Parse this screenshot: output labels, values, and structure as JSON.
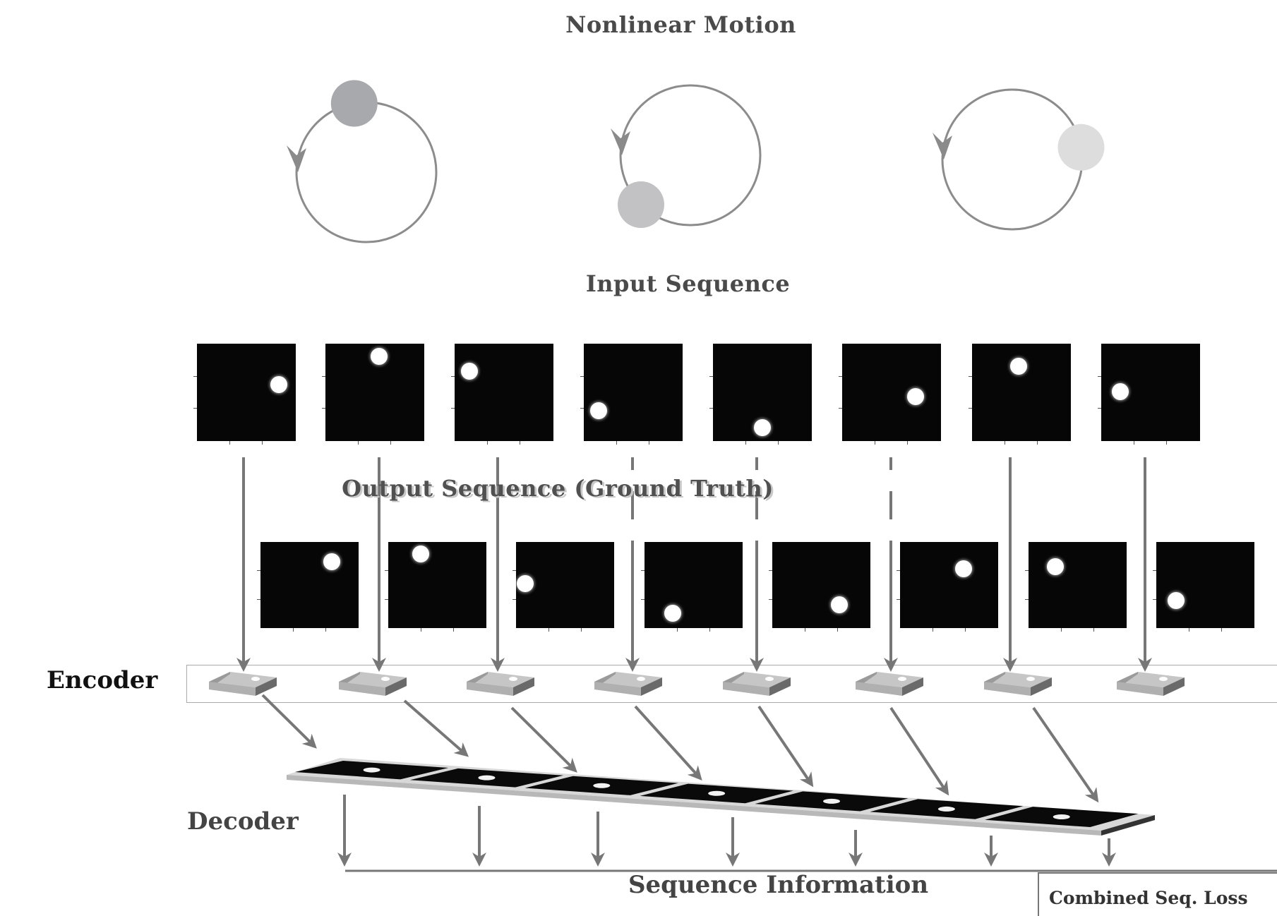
{
  "titles": {
    "nonlinear_motion": "Nonlinear Motion",
    "input_sequence": "Input Sequence",
    "output_sequence": "Output Sequence (Ground Truth)"
  },
  "labels": {
    "encoder": "Encoder",
    "decoder": "Decoder",
    "sequence_information": "Sequence Information",
    "combined_seq_loss": "Combined Seq. Loss"
  },
  "colors": {
    "arrow": "#777777",
    "frame_bg": "#060606",
    "ball_dark": "#a8a9ad",
    "ball_mid": "#c2c2c4",
    "ball_light": "#dddddd"
  },
  "motion_examples": [
    {
      "ball_angle_deg": 100,
      "ball_shade": "dark"
    },
    {
      "ball_angle_deg": 225,
      "ball_shade": "mid"
    },
    {
      "ball_angle_deg": 10,
      "ball_shade": "light"
    }
  ],
  "input_frames_ball_position": [
    [
      0.83,
      0.42
    ],
    [
      0.54,
      0.13
    ],
    [
      0.15,
      0.28
    ],
    [
      0.15,
      0.69
    ],
    [
      0.5,
      0.86
    ],
    [
      0.74,
      0.54
    ],
    [
      0.47,
      0.23
    ],
    [
      0.19,
      0.49
    ]
  ],
  "output_frames_ball_position": [
    [
      0.73,
      0.23
    ],
    [
      0.33,
      0.14
    ],
    [
      0.09,
      0.48
    ],
    [
      0.29,
      0.83
    ],
    [
      0.68,
      0.73
    ],
    [
      0.65,
      0.31
    ],
    [
      0.27,
      0.29
    ],
    [
      0.2,
      0.68
    ]
  ]
}
